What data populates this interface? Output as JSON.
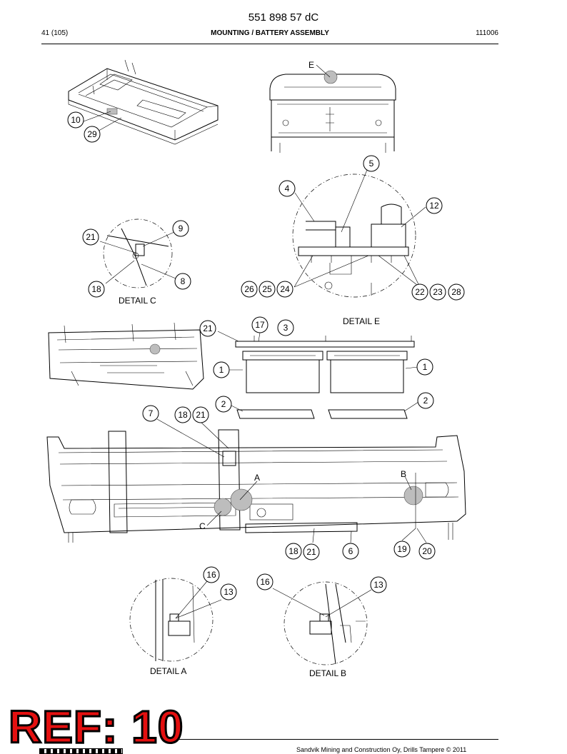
{
  "header": {
    "doc_number": "551 898 57 dC",
    "page": "41 (105)",
    "title": "MOUNTING / BATTERY ASSEMBLY",
    "date_code": "111006"
  },
  "details": {
    "a": "DETAIL A",
    "b": "DETAIL B",
    "c": "DETAIL C",
    "e": "DETAIL E"
  },
  "view_letters": {
    "e": "E",
    "a": "A",
    "b": "B",
    "c": "C"
  },
  "callouts": {
    "c10": "10",
    "c29": "29",
    "c5": "5",
    "c4": "4",
    "c12": "12",
    "c26": "26",
    "c25": "25",
    "c24": "24",
    "c22": "22",
    "c23": "23",
    "c28": "28",
    "c9": "9",
    "c21a": "21",
    "c18a": "18",
    "c8": "8",
    "c17": "17",
    "c3": "3",
    "c21b": "21",
    "c1a": "1",
    "c1b": "1",
    "c2a": "2",
    "c2b": "2",
    "c7": "7",
    "c18b": "18",
    "c21c": "21",
    "c18c": "18",
    "c21d": "21",
    "c6": "6",
    "c19": "19",
    "c20": "20",
    "c16a": "16",
    "c13a": "13",
    "c16b": "16",
    "c13b": "13"
  },
  "stamp": {
    "text": "REF: 10"
  },
  "footer": {
    "text": "Sandvik Mining and Construction Oy, Drills Tampere © 2011"
  }
}
